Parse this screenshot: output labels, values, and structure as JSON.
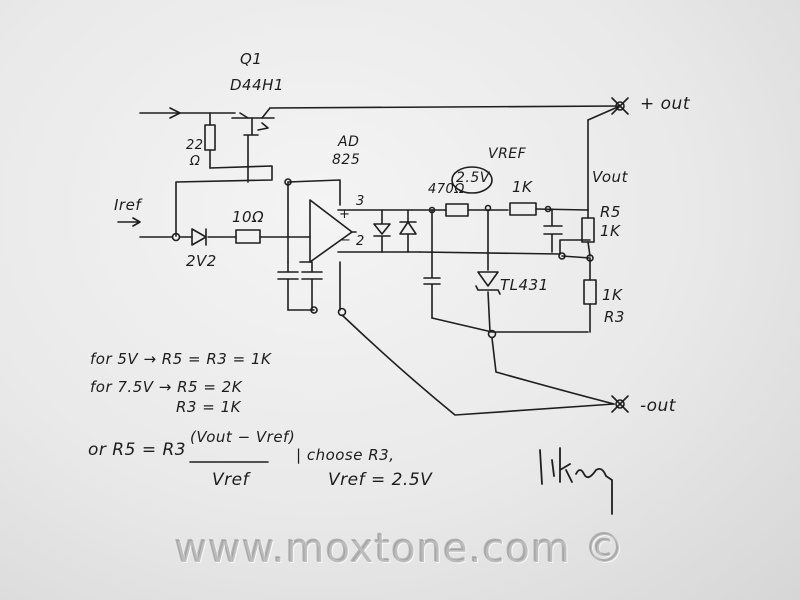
{
  "components": {
    "q1_label": "Q1",
    "q1_part": "D44H1",
    "resistor_22": "22",
    "resistor_22_unit": "Ω",
    "opamp_label": "AD",
    "opamp_part": "825",
    "pin_3": "3",
    "pin_2": "2",
    "plus_sign": "+",
    "minus_sign": "−",
    "iref": "Iref",
    "zener_2v2": "2V2",
    "resistor_10": "10Ω",
    "resistor_470": "470Ω",
    "resistor_1k_top": "1K",
    "vref_label": "VREF",
    "vref_value": "2.5V",
    "tl431": "TL431",
    "vout_label": "Vout",
    "r5_label": "R5",
    "r5_value": "1K",
    "r3_value": "1K",
    "r3_label": "R3",
    "plus_out": "+ out",
    "minus_out": "-out"
  },
  "notes": {
    "line1": "for 5V → R5 = R3 = 1K",
    "line2": "for 7.5V → R5 = 2K",
    "line3": "R3 = 1K",
    "formula_lhs": "or  R5 = R3",
    "formula_num": "(Vout − Vref)",
    "formula_den": "Vref",
    "choose": "| choose R3,",
    "vref_choice": "Vref = 2.5V"
  },
  "signature": "Ik–",
  "watermark": "www.moxtone.com ©"
}
